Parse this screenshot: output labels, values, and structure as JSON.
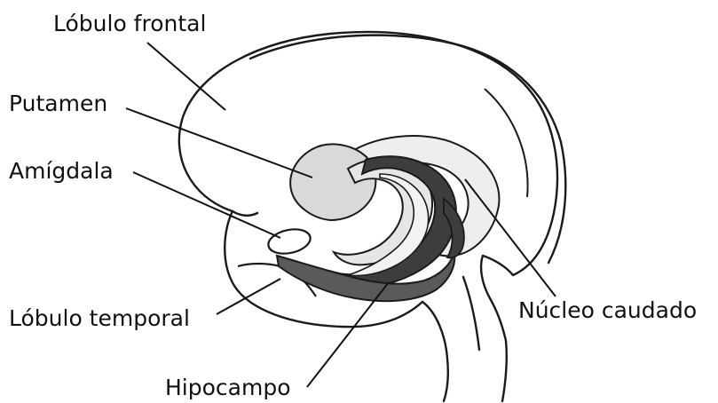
{
  "labels": {
    "lobulo_frontal": "Lóbulo frontal",
    "putamen": "Putamen",
    "amigdala": "Amígdala",
    "lobulo_temporal": "Lóbulo temporal",
    "hipocampo": "Hipocampo",
    "nucleo_caudado": "Núcleo caudado"
  },
  "colors": {
    "outline": "#1a1a1a",
    "structure_dark": "#3d3d3d",
    "structure_mid": "#8a8a8a",
    "structure_light": "#d9d9d9",
    "stipple": "#eeeeee"
  }
}
